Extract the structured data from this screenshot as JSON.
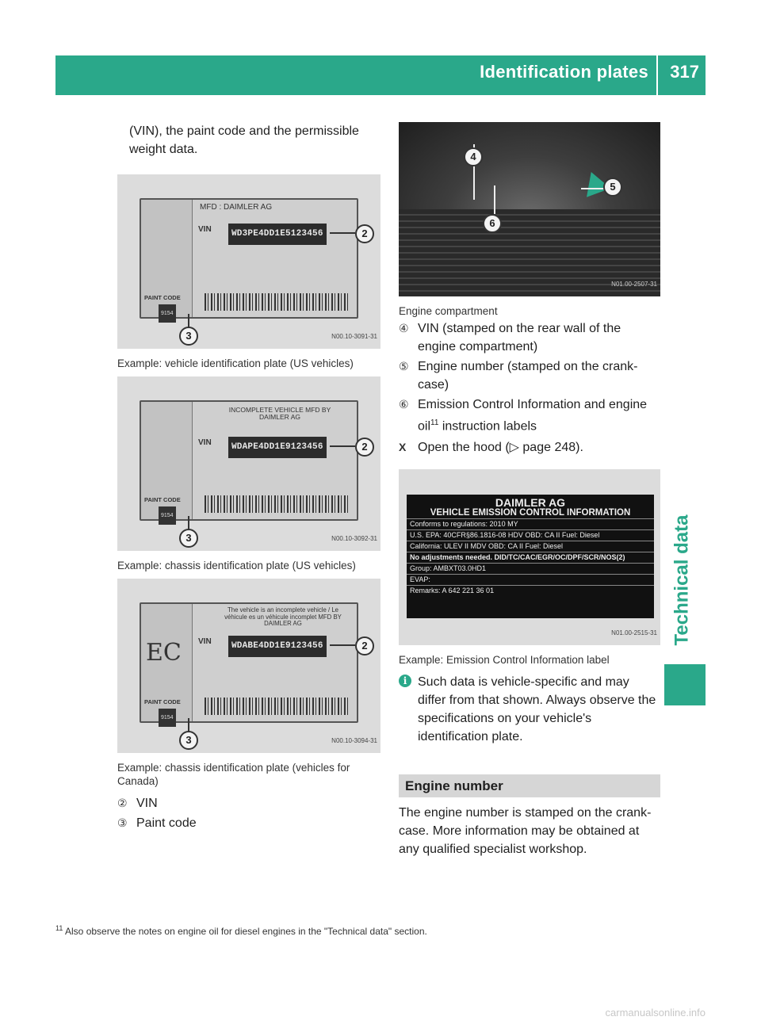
{
  "header": {
    "title": "Identification plates",
    "page_number": "317"
  },
  "side_tab": {
    "label": "Technical data"
  },
  "left": {
    "intro_line1": "(VIN), the paint code and the permissible",
    "intro_line2": "weight data.",
    "figures": [
      {
        "caption": "Example: vehicle identification plate (US vehicles)",
        "code": "N00.10-3091-31",
        "header": "MFD : DAIMLER AG",
        "vin": "WD3PE4DD1E5123456",
        "paint": "9154"
      },
      {
        "caption": "Example: chassis identification plate (US vehicles)",
        "code": "N00.10-3092-31",
        "header": "INCOMPLETE VEHICLE MFD BY DAIMLER AG",
        "vin": "WDAPE4DD1E9123456",
        "paint": "9154"
      },
      {
        "caption": "Example: chassis identification plate (vehicles for Canada)",
        "code": "N00.10-3094-31",
        "header": "The vehicle is an incomplete vehicle / Le véhicule es un véhicule incomplet MFD BY DAIMLER AG",
        "vin": "WDABE4DD1E9123456",
        "paint": "9154",
        "mark": "EC"
      }
    ],
    "legend": [
      {
        "num": "②",
        "text": "VIN"
      },
      {
        "num": "③",
        "text": "Paint code"
      }
    ],
    "callout_2": "2",
    "callout_3": "3",
    "plate_label_vin": "VIN",
    "plate_label_paint": "PAINT CODE"
  },
  "right": {
    "engine_caption": "Engine compartment",
    "engine_code": "N01.00-2507-31",
    "callouts": [
      "4",
      "5",
      "6"
    ],
    "items": [
      {
        "num": "④",
        "text": "VIN (stamped on the rear wall of the engine compartment)"
      },
      {
        "num": "⑤",
        "text": "Engine number (stamped on the crank-case)"
      },
      {
        "num": "⑥",
        "text": "Emission Control Information and engine oil",
        "sup": "11",
        "tail": " instruction labels"
      }
    ],
    "action": {
      "bullet": "X",
      "text": "Open the hood (",
      "ref": "▷",
      "page": "page 248).",
      "ref_page": "page 248)."
    },
    "emission": {
      "title1": "DAIMLER AG",
      "title2": "VEHICLE EMISSION CONTROL INFORMATION",
      "rows": [
        "Conforms to regulations:          2010 MY",
        "U.S. EPA:  40CFR§86.1816-08 HDV   OBD: CA II  Fuel: Diesel",
        "California: ULEV II MDV           OBD: CA II  Fuel: Diesel",
        "No adjustments needed.  DID/TC/CAC/EGR/OC/DPF/SCR/NOS(2)",
        "Group:  AMBXT03.0HD1",
        "EVAP:",
        "Remarks:                            A 642 221 36 01"
      ],
      "code": "N01.00-2515-31",
      "caption": "Example: Emission Control Information label"
    },
    "info_text": "Such data is vehicle-specific and may differ from that shown. Always observe the specifications on your vehicle's identification plate.",
    "info_icon": "i",
    "section_title": "Engine number",
    "section_text": "The engine number is stamped on the crank-case. More information may be obtained at any qualified specialist workshop."
  },
  "footnote": {
    "num": "11",
    "text": "Also observe the notes on engine oil for diesel engines in the \"Technical data\" section."
  },
  "watermark": "carmanualsonline.info",
  "colors": {
    "accent": "#2aa88a",
    "section_bg": "#d6d6d6",
    "figure_bg": "#dcdcdc"
  }
}
